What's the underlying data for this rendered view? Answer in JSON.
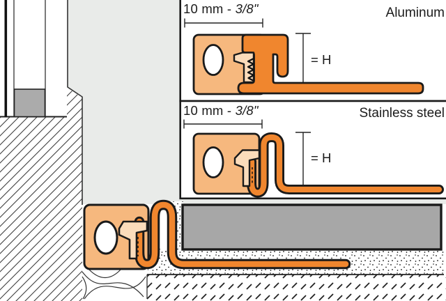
{
  "diagram": {
    "title_semantic": "movement joint profile installation cross-section",
    "panels": [
      {
        "id": "aluminum",
        "material_label": "Aluminum",
        "dimension": {
          "regular": "10 mm - ",
          "italic": "3/8\""
        },
        "height_label": "= H"
      },
      {
        "id": "stainless-steel",
        "material_label": "Stainless steel",
        "dimension": {
          "regular": "10 mm - ",
          "italic": "3/8\""
        },
        "height_label": "= H"
      }
    ],
    "colors": {
      "profile_orange": "#F0862E",
      "insert_peach": "#F6B87E",
      "insert_light": "#FBDCBB",
      "tile_gray": "#A7A7A7",
      "backer_gray": "#ABABAB",
      "wall_gray": "#E9EBE9",
      "line_dark": "#1A1A1A"
    }
  }
}
